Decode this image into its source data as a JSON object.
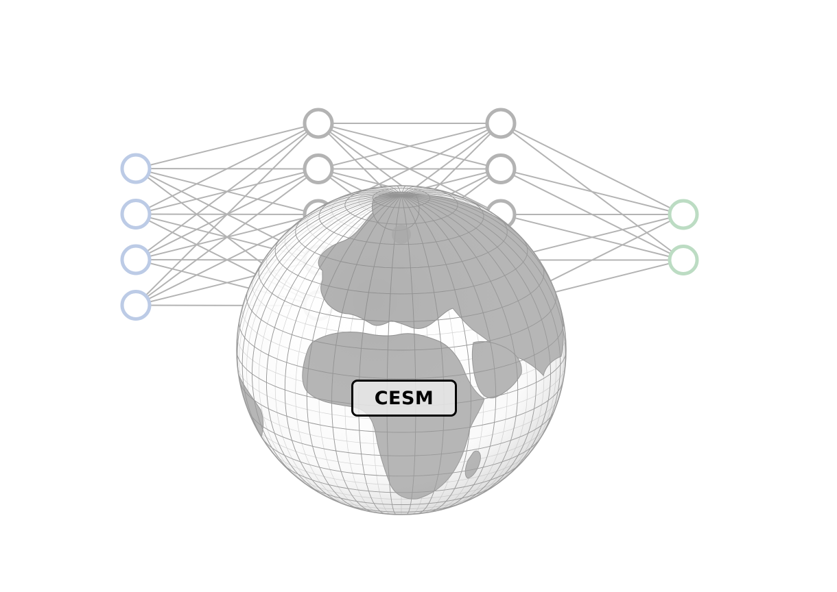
{
  "diagram": {
    "label": "CESM",
    "network": {
      "layers": [
        {
          "role": "input",
          "nodes": 4
        },
        {
          "role": "hidden",
          "nodes": 5
        },
        {
          "role": "hidden",
          "nodes": 5
        },
        {
          "role": "output",
          "nodes": 2
        }
      ],
      "edge_color": "#b3b3b3",
      "input_node_color": "#bccbe6",
      "hidden_node_color": "#b3b3b3",
      "output_node_color": "#bcdcc3",
      "fully_connected": true
    },
    "globe": {
      "land_color": "#b0b0b0",
      "ocean_color": "#ffffff",
      "grid_color": "#8c8c8c",
      "projection": "orthographic"
    }
  }
}
